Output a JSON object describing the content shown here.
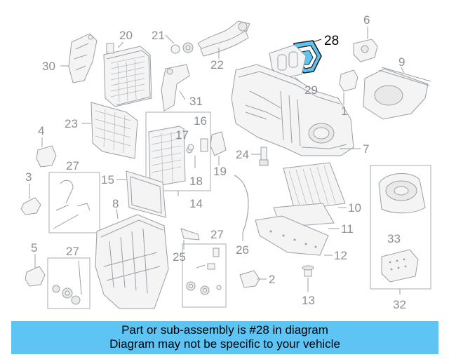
{
  "diagram": {
    "highlight_color": "#5ec4f3",
    "highlighted_part": "28",
    "callouts": [
      "1",
      "2",
      "3",
      "4",
      "5",
      "6",
      "7",
      "8",
      "9",
      "10",
      "11",
      "12",
      "13",
      "14",
      "15",
      "16",
      "17",
      "18",
      "19",
      "20",
      "21",
      "22",
      "23",
      "24",
      "25",
      "26",
      "27",
      "28",
      "29",
      "30",
      "31",
      "32",
      "33"
    ]
  },
  "banner": {
    "line1": "Part or sub-assembly is #28 in diagram",
    "line2": "Diagram may not be specific to your vehicle"
  }
}
